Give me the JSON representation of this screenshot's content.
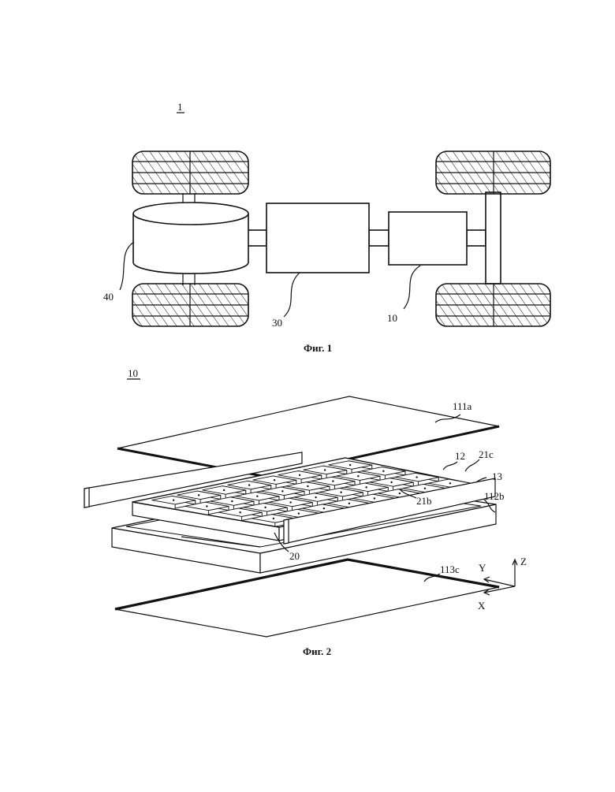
{
  "figure1": {
    "ref": "1",
    "caption": "Фиг. 1",
    "labels": {
      "motor": "40",
      "controller": "30",
      "battery": "10"
    }
  },
  "figure2": {
    "ref": "10",
    "caption": "Фиг. 2",
    "labels": {
      "top_cover": "111a",
      "module": "12",
      "cell_a": "21c",
      "side_plate": "13",
      "cell_b": "21b",
      "tray_side": "112b",
      "cell_array": "20",
      "bottom_cover": "113c"
    },
    "axes": {
      "z": "Z",
      "y": "Y",
      "x": "X"
    }
  }
}
